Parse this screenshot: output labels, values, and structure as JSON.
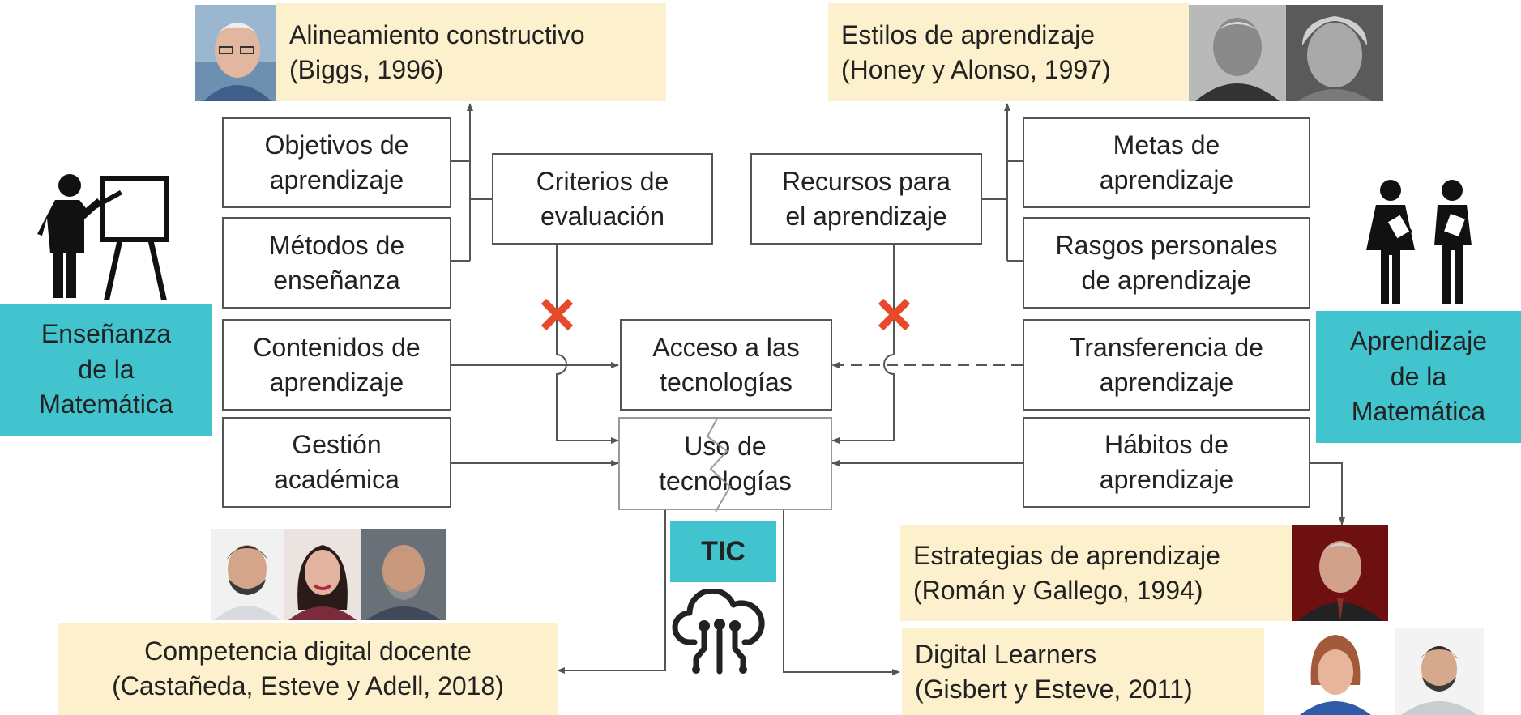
{
  "teaching": {
    "label": "Enseñanza\nde la\nMatemática"
  },
  "learning": {
    "label": "Aprendizaje\nde la\nMatemática"
  },
  "tic": {
    "label": "TIC"
  },
  "refs": {
    "biggs": {
      "line1": "Alineamiento constructivo",
      "line2": "(Biggs, 1996)"
    },
    "honey": {
      "line1": "Estilos de aprendizaje",
      "line2": "(Honey y Alonso, 1997)"
    },
    "roman": {
      "line1": "Estrategias de aprendizaje",
      "line2": "(Román y Gallego, 1994)"
    },
    "castaneda": {
      "line1": "Competencia digital docente",
      "line2": "(Castañeda, Esteve y Adell, 2018)"
    },
    "gisbert": {
      "line1": "Digital Learners",
      "line2": "(Gisbert y Esteve, 2011)"
    }
  },
  "boxes": {
    "objetivos": {
      "line1": "Objetivos de",
      "line2": "aprendizaje"
    },
    "metodos": {
      "line1": "Métodos de",
      "line2": "enseñanza"
    },
    "contenidos": {
      "line1": "Contenidos de",
      "line2": "aprendizaje"
    },
    "gestion": {
      "line1": "Gestión",
      "line2": "académica"
    },
    "criterios": {
      "line1": "Criterios de",
      "line2": "evaluación"
    },
    "recursos": {
      "line1": "Recursos para",
      "line2": "el aprendizaje"
    },
    "acceso": {
      "line1": "Acceso a las",
      "line2": "tecnologías"
    },
    "uso": {
      "line1": "Uso de",
      "line2": "tecnologías"
    },
    "metas": {
      "line1": "Metas de",
      "line2": "aprendizaje"
    },
    "rasgos": {
      "line1": "Rasgos personales",
      "line2": "de aprendizaje"
    },
    "transferencia": {
      "line1": "Transferencia de",
      "line2": "aprendizaje"
    },
    "habitos": {
      "line1": "Hábitos de",
      "line2": "aprendizaje"
    }
  },
  "colors": {
    "reference_bg": "#fdf0cc",
    "teal": "#42c4cf",
    "cross": "#e8492b",
    "line": "#555555"
  },
  "icons": [
    "teacher-icon",
    "students-icon",
    "cloud-circuit-icon",
    "cross-icon"
  ]
}
